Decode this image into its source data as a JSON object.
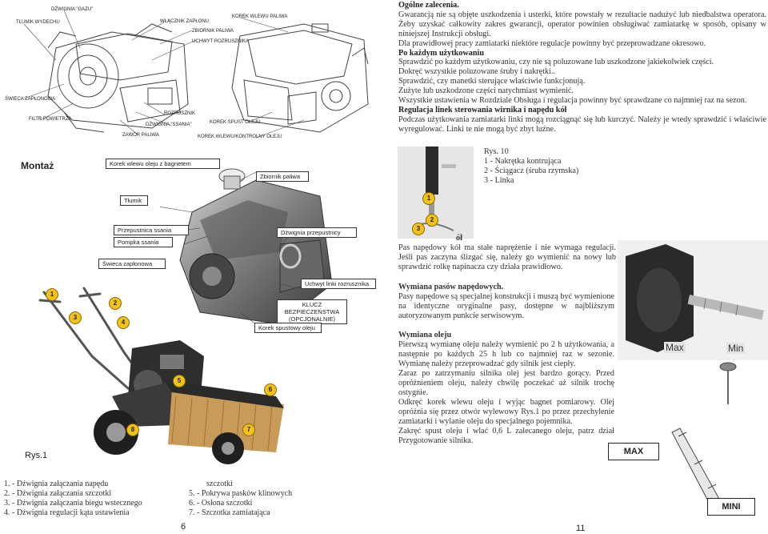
{
  "left_page": {
    "engine_labels": {
      "throttle": "DŹWIGNIA \"GAZU\"",
      "muffler": "TŁUMIK WYDECHU",
      "ignition": "WŁĄCZNIK ZAPŁONU",
      "tank": "ZBIORNIK PALIWA",
      "fuel_cap": "KOREK WLEWU PALIWA",
      "recoil": "UCHWYT ROZRUSZNIKA",
      "spark_plug": "ŚWIECA ZAPŁONOWA",
      "air_filter": "FILTR POWIETRZA",
      "starter": "ROZRUSZNIK",
      "choke": "DŹWIGNIA \"SSANIA\"",
      "fuel_valve": "ZAWÓR PALIWA",
      "drain": "KOREK SPUST OLEJU",
      "dipstick": "KOREK WLEWU/KONTROLNY OLEJU"
    },
    "montaz_title": "Montaż",
    "callouts": {
      "oil_cap": "Korek wlewu oleju z bagnetem",
      "tank": "Zbiornik paliwa",
      "muffler": "Tłumik",
      "choke": "Przepustnica ssania",
      "throttle": "Dźwignia przepustnicy",
      "primer": "Pompka ssania",
      "plug": "Świeca zapłonowa",
      "starter": "Uchwyt linki rozrusznika",
      "key": "KLUCZ BEZPIECZEŃSTWA (OPCJONALNIE)",
      "drain": "Korek spustowy oleju"
    },
    "fig_label": "Rys.1",
    "markers": [
      "1",
      "2",
      "3",
      "4",
      "5",
      "6",
      "7",
      "8"
    ],
    "legend": [
      "1.  -  Dźwignia załączania napędu",
      "2.  -  Dźwignia załączania szczotki",
      "3.  -  Dźwignia załączania biegu wstecznego",
      "4.  -  Dźwignia regulacji kąta ustawienia",
      "szczotki",
      "5.  -  Pokrywa pasków klinowych",
      "6.  -  Osłona szczotki",
      "7.  -  Szczotka zamiatająca"
    ],
    "page_number": "6"
  },
  "right_page": {
    "general_title": "Ogólne zalecenia.",
    "general_1": "Gwarancją nie są objęte uszkodzenia i usterki, które powstały w rezultacie nadużyć lub niedbalstwa operatora. Żeby uzyskać całkowity zakres gwarancji, operator powinien obsługiwać zamiatarkę w sposób, opisany w niniejszej Instrukcji obsługi.",
    "general_2": "Dla prawidłowej pracy zamiatarki niektóre regulacje powinny być przeprowadzane okresowo.",
    "after_title": "Po każdym użytkowaniu",
    "after_1": "Sprawdzić po każdym użytkowaniu, czy nie są poluzowane lub uszkodzone jakiekolwiek części.",
    "after_2": "Dokręć wszystkie poluzowane śruby i nakrętki..",
    "after_3": "Sprawdzić, czy manetki sterujące właściwie funkcjonują.",
    "after_4": "Zużyte lub uszkodzone części  natychmiast wymienić.",
    "after_5": "Wszystkie ustawienia w Rozdziale Obsługa i regulacja powinny być sprawdzane co najmniej raz na sezon.",
    "cable_title": "Regulacja linek sterowania wirnika i napędu kół",
    "cable_text": "Podczas użytkowania zamiatarki linki mogą rozciągnąć się lub kurczyć. Należy je wtedy sprawdzić i właściwie wyregulować. Linki te nie mogą być zbyt luźne.",
    "fig10_title": "Rys. 10",
    "fig10_1": "1 - Nakrętka kontrująca",
    "fig10_2": "2 - Ściągacz (śruba rzymska)",
    "fig10_3": "3 - Linka",
    "wheel_title_tail": "ół",
    "wheel_text": "Pas napędowy kół ma stałe naprężenie i nie wymaga regulacji. Jeśli pas zaczyna ślizgać się, należy go wymienić na nowy lub sprawdzić rolkę napinacza czy działa prawidłowo.",
    "belts_title": "Wymiana pasów napędowych.",
    "belts_text": "Pasy napędowe są specjalnej konstrukcji i muszą być wymienione na identyczne oryginalne pasy, dostępne w najbliższym autoryzowanym punkcie serwisowym.",
    "oil_title": "Wymiana oleju",
    "oil_text_1": "Pierwszą wymianę oleju należy wymienić po 2 h użytkowania, a następnie po każdych 25 h lub co najmniej raz w sezonie. Wymianę należy przeprowadzać gdy silnik jest ciepły.",
    "oil_text_2": "Zaraz po zatrzymaniu silnika olej jest bardzo gorący. Przed opróżnieniem oleju, należy chwilę poczekać aż silnik trochę ostygnie.",
    "oil_text_3": "Odkręć korek wlewu oleju i wyjąc bagnet pomiarowy. Olej opróżnia się przez otwór wylewowy Rys.1 po przez przechylenie zamiatarki i wylanie oleju do specjalnego pojemnika.",
    "oil_text_4": "Zakręć spust oleju i wlać 0,6 L zalecanego oleju, patrz dział Przygotowanie silnika.",
    "dip_max": "Max",
    "dip_min": "Min",
    "stick_max": "MAX",
    "stick_min": "MINI",
    "page_number": "11"
  }
}
